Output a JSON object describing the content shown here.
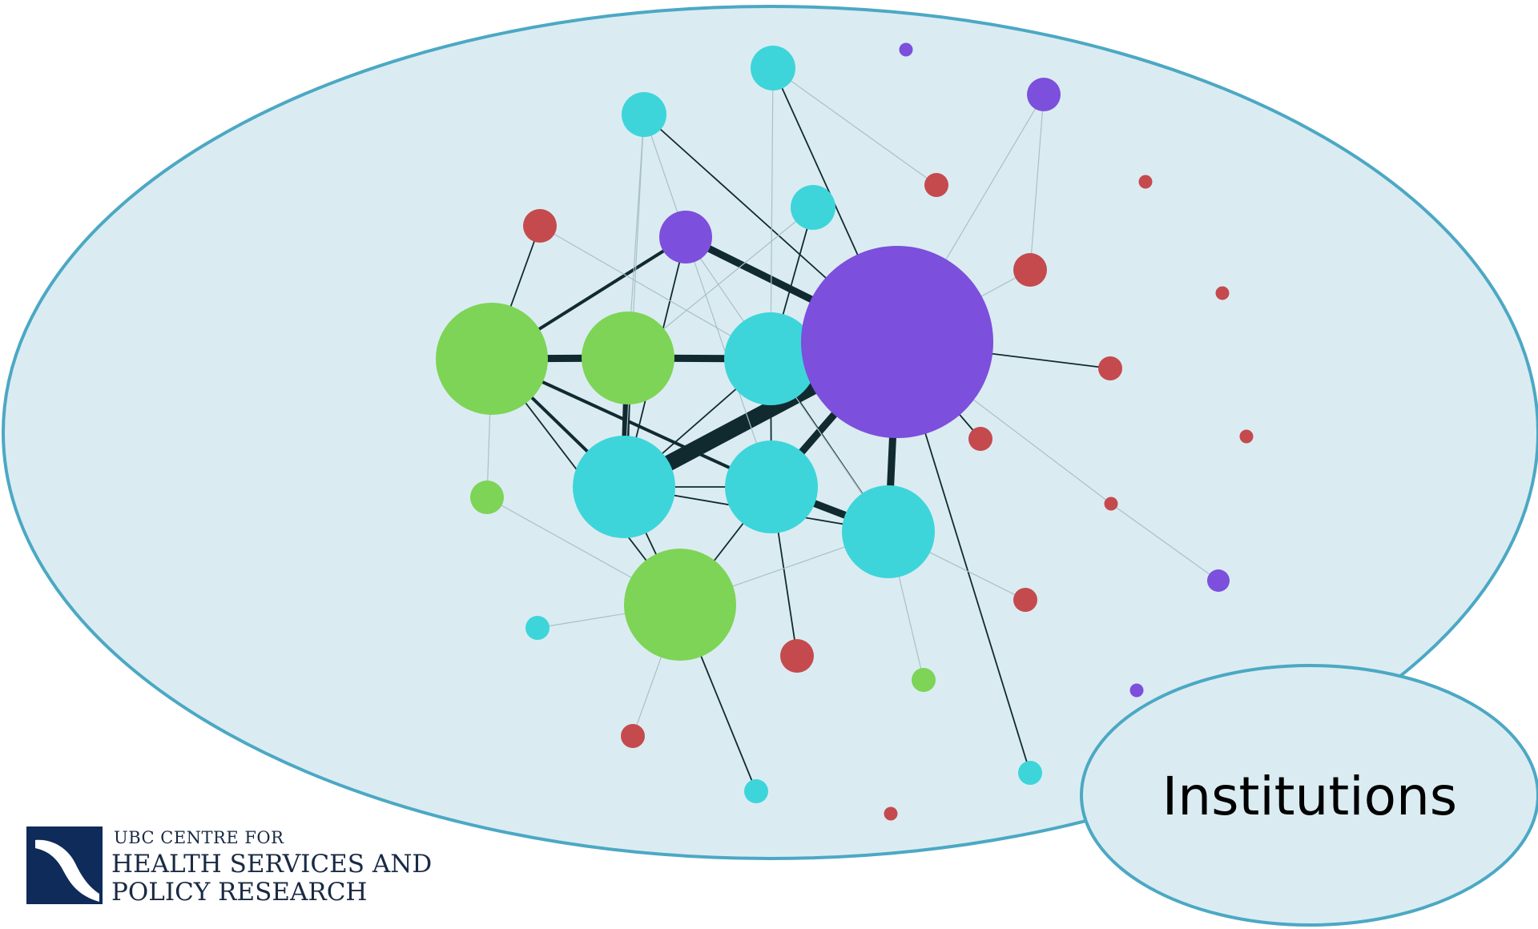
{
  "colors": {
    "ellipse_fill": "#daecf2",
    "ellipse_stroke": "#4ca8c4",
    "green": "#7dd456",
    "cyan": "#3dd5da",
    "purple": "#7c4fdc",
    "red": "#c44a4e",
    "edge_dark": "#102a30",
    "edge_light": "#a9c0c8",
    "logo_navy": "#0e2b5a"
  },
  "bubble_label": "Institutions",
  "logo": {
    "line1": "UBC CENTRE FOR",
    "line2": "HEALTH SERVICES AND",
    "line3": "POLICY RESEARCH"
  },
  "network": {
    "nodes": [
      {
        "id": "g1",
        "color": "green",
        "size": "large"
      },
      {
        "id": "g2",
        "color": "green",
        "size": "large"
      },
      {
        "id": "g3",
        "color": "green",
        "size": "large"
      },
      {
        "id": "g4",
        "color": "green",
        "size": "small"
      },
      {
        "id": "g5",
        "color": "green",
        "size": "small"
      },
      {
        "id": "c1",
        "color": "cyan",
        "size": "large"
      },
      {
        "id": "c2",
        "color": "cyan",
        "size": "large"
      },
      {
        "id": "c3",
        "color": "cyan",
        "size": "large"
      },
      {
        "id": "c4",
        "color": "cyan",
        "size": "large"
      },
      {
        "id": "c5",
        "color": "cyan",
        "size": "medium"
      },
      {
        "id": "c6",
        "color": "cyan",
        "size": "medium"
      },
      {
        "id": "c7",
        "color": "cyan",
        "size": "medium"
      },
      {
        "id": "c8",
        "color": "cyan",
        "size": "small"
      },
      {
        "id": "c9",
        "color": "cyan",
        "size": "small"
      },
      {
        "id": "c10",
        "color": "cyan",
        "size": "small"
      },
      {
        "id": "p1",
        "color": "purple",
        "size": "huge"
      },
      {
        "id": "p2",
        "color": "purple",
        "size": "medium"
      },
      {
        "id": "p3",
        "color": "purple",
        "size": "small"
      },
      {
        "id": "p4",
        "color": "purple",
        "size": "tiny"
      },
      {
        "id": "p5",
        "color": "purple",
        "size": "small"
      },
      {
        "id": "p6",
        "color": "purple",
        "size": "tiny"
      },
      {
        "id": "r1",
        "color": "red",
        "size": "small"
      },
      {
        "id": "r2",
        "color": "red",
        "size": "small"
      },
      {
        "id": "r3",
        "color": "red",
        "size": "small"
      },
      {
        "id": "r4",
        "color": "red",
        "size": "small"
      },
      {
        "id": "r5",
        "color": "red",
        "size": "small"
      },
      {
        "id": "r6",
        "color": "red",
        "size": "small"
      },
      {
        "id": "r7",
        "color": "red",
        "size": "small"
      },
      {
        "id": "r8",
        "color": "red",
        "size": "small"
      },
      {
        "id": "r9",
        "color": "red",
        "size": "tiny"
      },
      {
        "id": "r10",
        "color": "red",
        "size": "tiny"
      },
      {
        "id": "r11",
        "color": "red",
        "size": "tiny"
      },
      {
        "id": "r12",
        "color": "red",
        "size": "tiny"
      },
      {
        "id": "r13",
        "color": "red",
        "size": "tiny"
      }
    ],
    "edges": [
      {
        "a": "c1",
        "b": "p1",
        "weight": "heaviest"
      },
      {
        "a": "g1",
        "b": "g2",
        "weight": "heavy"
      },
      {
        "a": "g2",
        "b": "c2",
        "weight": "heavy"
      },
      {
        "a": "g2",
        "b": "c1",
        "weight": "heavy"
      },
      {
        "a": "c2",
        "b": "p1",
        "weight": "heavy"
      },
      {
        "a": "p2",
        "b": "p1",
        "weight": "heavy"
      },
      {
        "a": "c3",
        "b": "p1",
        "weight": "heavy"
      },
      {
        "a": "c4",
        "b": "p1",
        "weight": "heavy"
      },
      {
        "a": "c3",
        "b": "c4",
        "weight": "heavy"
      },
      {
        "a": "g1",
        "b": "c1",
        "weight": "medium"
      },
      {
        "a": "g1",
        "b": "c3",
        "weight": "medium"
      },
      {
        "a": "g1",
        "b": "p2",
        "weight": "medium"
      },
      {
        "a": "g1",
        "b": "g3",
        "weight": "thin"
      },
      {
        "a": "c1",
        "b": "c3",
        "weight": "thin"
      },
      {
        "a": "c1",
        "b": "c4",
        "weight": "thin"
      },
      {
        "a": "c1",
        "b": "c2",
        "weight": "thin"
      },
      {
        "a": "c1",
        "b": "g3",
        "weight": "thin"
      },
      {
        "a": "c2",
        "b": "c3",
        "weight": "thin"
      },
      {
        "a": "c2",
        "b": "c4",
        "weight": "thin"
      },
      {
        "a": "g3",
        "b": "c3",
        "weight": "thin"
      },
      {
        "a": "g3",
        "b": "c10",
        "weight": "thin"
      },
      {
        "a": "c3",
        "b": "r2",
        "weight": "thin"
      },
      {
        "a": "p1",
        "b": "r7",
        "weight": "thin"
      },
      {
        "a": "p1",
        "b": "r8",
        "weight": "thin"
      },
      {
        "a": "p1",
        "b": "c8",
        "weight": "thin"
      },
      {
        "a": "p1",
        "b": "c5",
        "weight": "thin"
      },
      {
        "a": "c6",
        "b": "p1",
        "weight": "thin"
      },
      {
        "a": "p2",
        "b": "c1",
        "weight": "thin"
      },
      {
        "a": "c7",
        "b": "c2",
        "weight": "thin"
      },
      {
        "a": "r1",
        "b": "g1",
        "weight": "thin"
      },
      {
        "a": "g3",
        "b": "c9",
        "weight": "light"
      },
      {
        "a": "g3",
        "b": "c4",
        "weight": "light"
      },
      {
        "a": "g3",
        "b": "r3",
        "weight": "light"
      },
      {
        "a": "g4",
        "b": "g1",
        "weight": "light"
      },
      {
        "a": "g4",
        "b": "g3",
        "weight": "light"
      },
      {
        "a": "c5",
        "b": "r4",
        "weight": "light"
      },
      {
        "a": "c5",
        "b": "c2",
        "weight": "light"
      },
      {
        "a": "c6",
        "b": "g2",
        "weight": "light"
      },
      {
        "a": "c6",
        "b": "c3",
        "weight": "light"
      },
      {
        "a": "p1",
        "b": "p3",
        "weight": "light"
      },
      {
        "a": "p3",
        "b": "r6",
        "weight": "light"
      },
      {
        "a": "p1",
        "b": "r6",
        "weight": "light"
      },
      {
        "a": "p1",
        "b": "r10",
        "weight": "light"
      },
      {
        "a": "r10",
        "b": "p5",
        "weight": "light"
      },
      {
        "a": "c4",
        "b": "r5",
        "weight": "light"
      },
      {
        "a": "c4",
        "b": "g5",
        "weight": "light"
      },
      {
        "a": "r1",
        "b": "c2",
        "weight": "light"
      },
      {
        "a": "p2",
        "b": "c4",
        "weight": "light"
      },
      {
        "a": "c7",
        "b": "g2",
        "weight": "light"
      },
      {
        "a": "c1",
        "b": "c6",
        "weight": "light"
      }
    ]
  }
}
